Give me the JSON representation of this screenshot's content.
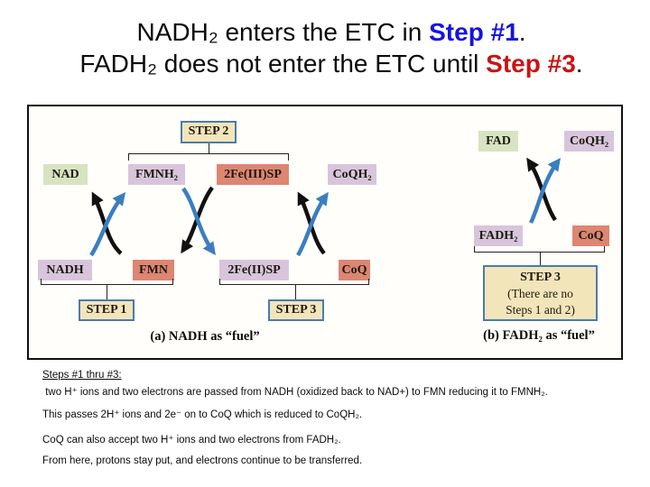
{
  "title": {
    "line1_pre": "NADH₂ enters the ETC in ",
    "line1_step": "Step #1",
    "line1_end": ".",
    "line2_pre": "FADH₂ does not enter the ETC until ",
    "line2_step": "Step #3",
    "line2_end": "."
  },
  "diagram": {
    "panel_a": {
      "step2_label": "STEP 2",
      "nad": "NAD",
      "fmnh2": "FMNH₂",
      "fe3sp": "2Fe(III)SP",
      "coqh2": "CoQH₂",
      "nadh": "NADH",
      "fmn": "FMN",
      "fe2sp": "2Fe(II)SP",
      "coq": "CoQ",
      "step1_label": "STEP 1",
      "step3_label": "STEP 3",
      "caption": "(a) NADH as “fuel”"
    },
    "panel_b": {
      "fad": "FAD",
      "coqh2": "CoQH₂",
      "fadh2": "FADH₂",
      "coq": "CoQ",
      "step3_line1": "STEP 3",
      "step3_line2": "(There are no",
      "step3_line3": "Steps 1 and 2)",
      "caption": "(b) FADH₂ as “fuel”"
    }
  },
  "notes": {
    "heading": "Steps #1 thru #3:",
    "para1": " two H⁺ ions and two electrons are passed from NADH (oxidized back to NAD+) to FMN reducing it to FMNH₂.",
    "para2": "This passes 2H⁺ ions and 2e⁻ on to CoQ which is reduced to CoQH₂.",
    "para3": "CoQ can also accept two H⁺ ions and two electrons from FADH₂.",
    "para4": "From here, protons stay put, and electrons continue to be transferred."
  },
  "colors": {
    "step1_highlight": "#1414e0",
    "step3_highlight": "#c81414",
    "step_box_fill": "#f3e5ba",
    "step_box_border": "#4a7cae",
    "label_green": "#d8e3c1",
    "label_lavender": "#d8c5db",
    "label_salmon": "#dd8672",
    "arrow_blue": "#3b7ec0",
    "arrow_black": "#111111"
  }
}
